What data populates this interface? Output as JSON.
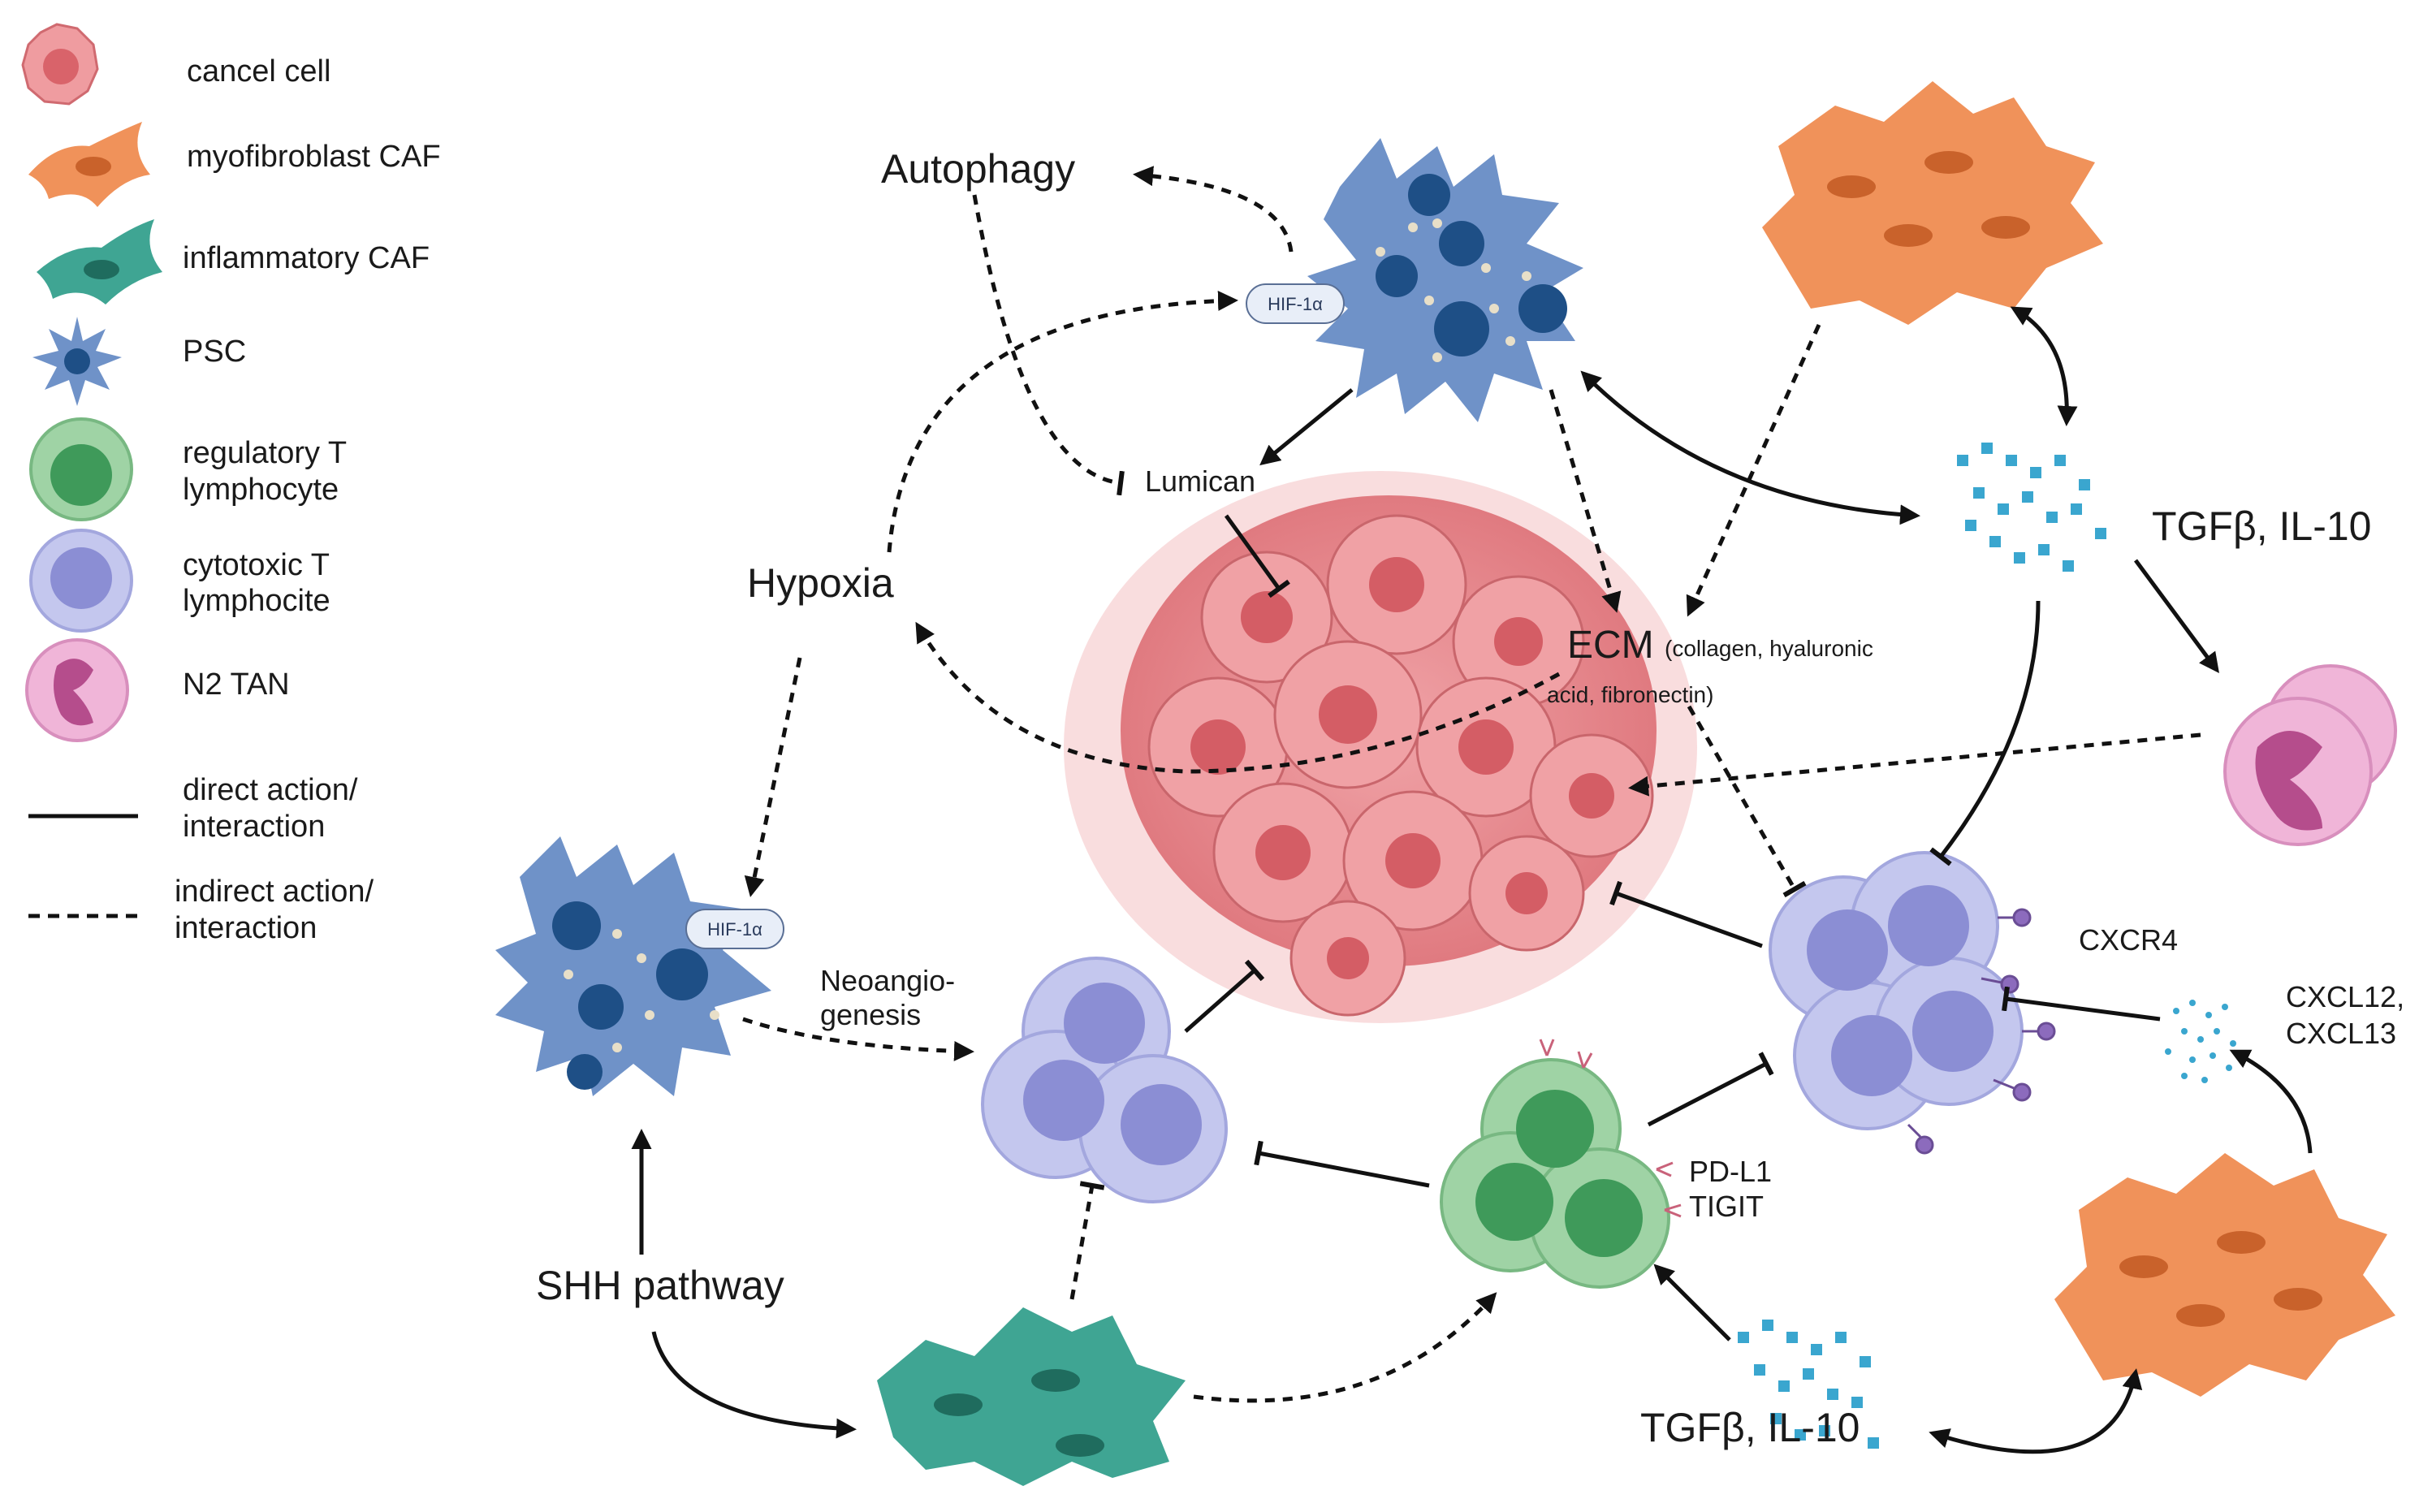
{
  "legend": {
    "items": [
      {
        "icon": "cancel-cell-icon",
        "label": "cancel cell"
      },
      {
        "icon": "myofibroblast-caf-icon",
        "label": "myofibroblast CAF"
      },
      {
        "icon": "inflammatory-caf-icon",
        "label": "inflammatory CAF"
      },
      {
        "icon": "psc-icon",
        "label": "PSC"
      },
      {
        "icon": "regulatory-t-icon",
        "label_line1": "regulatory T",
        "label_line2": "lymphocyte"
      },
      {
        "icon": "cytotoxic-t-icon",
        "label_line1": "cytotoxic T",
        "label_line2": "lymphocite"
      },
      {
        "icon": "n2-tan-icon",
        "label": "N2 TAN"
      },
      {
        "icon": "solid-line-icon",
        "label_line1": "direct action/",
        "label_line2": "interaction"
      },
      {
        "icon": "dashed-line-icon",
        "label_line1": "indirect action/",
        "label_line2": "interaction"
      }
    ]
  },
  "labels": {
    "autophagy": "Autophagy",
    "hypoxia": "Hypoxia",
    "lumican": "Lumican",
    "hif_top": "HIF-1α",
    "hif_left": "HIF-1α",
    "ecm_main": "ECM",
    "ecm_detail_1": "(collagen, hyaluronic",
    "ecm_detail_2": "acid, fibronectin)",
    "tgf_top": "TGFβ, IL-10",
    "tgf_bottom": "TGFβ, IL-10",
    "cxcr4": "CXCR4",
    "cxcl_1": "CXCL12,",
    "cxcl_2": "CXCL13",
    "neoangio_1": "Neoangio-",
    "neoangio_2": "genesis",
    "pdl1": "PD-L1",
    "tigit": "TIGIT",
    "shh": "SHH pathway"
  },
  "colors": {
    "cancer": "#e8868c",
    "cancer_light": "#f5c4c5",
    "myo_caf": "#f0925a",
    "infl_caf": "#3fa593",
    "psc": "#6f92c8",
    "psc_nucleus": "#1e4f86",
    "treg": "#86c48f",
    "treg_nucleus": "#3f9a5a",
    "ctl": "#b3b6e6",
    "ctl_nucleus": "#8b8ed4",
    "tan": "#e6a4cc",
    "tan_nucleus": "#b54d8c",
    "cytokine": "#3aa6cf"
  }
}
